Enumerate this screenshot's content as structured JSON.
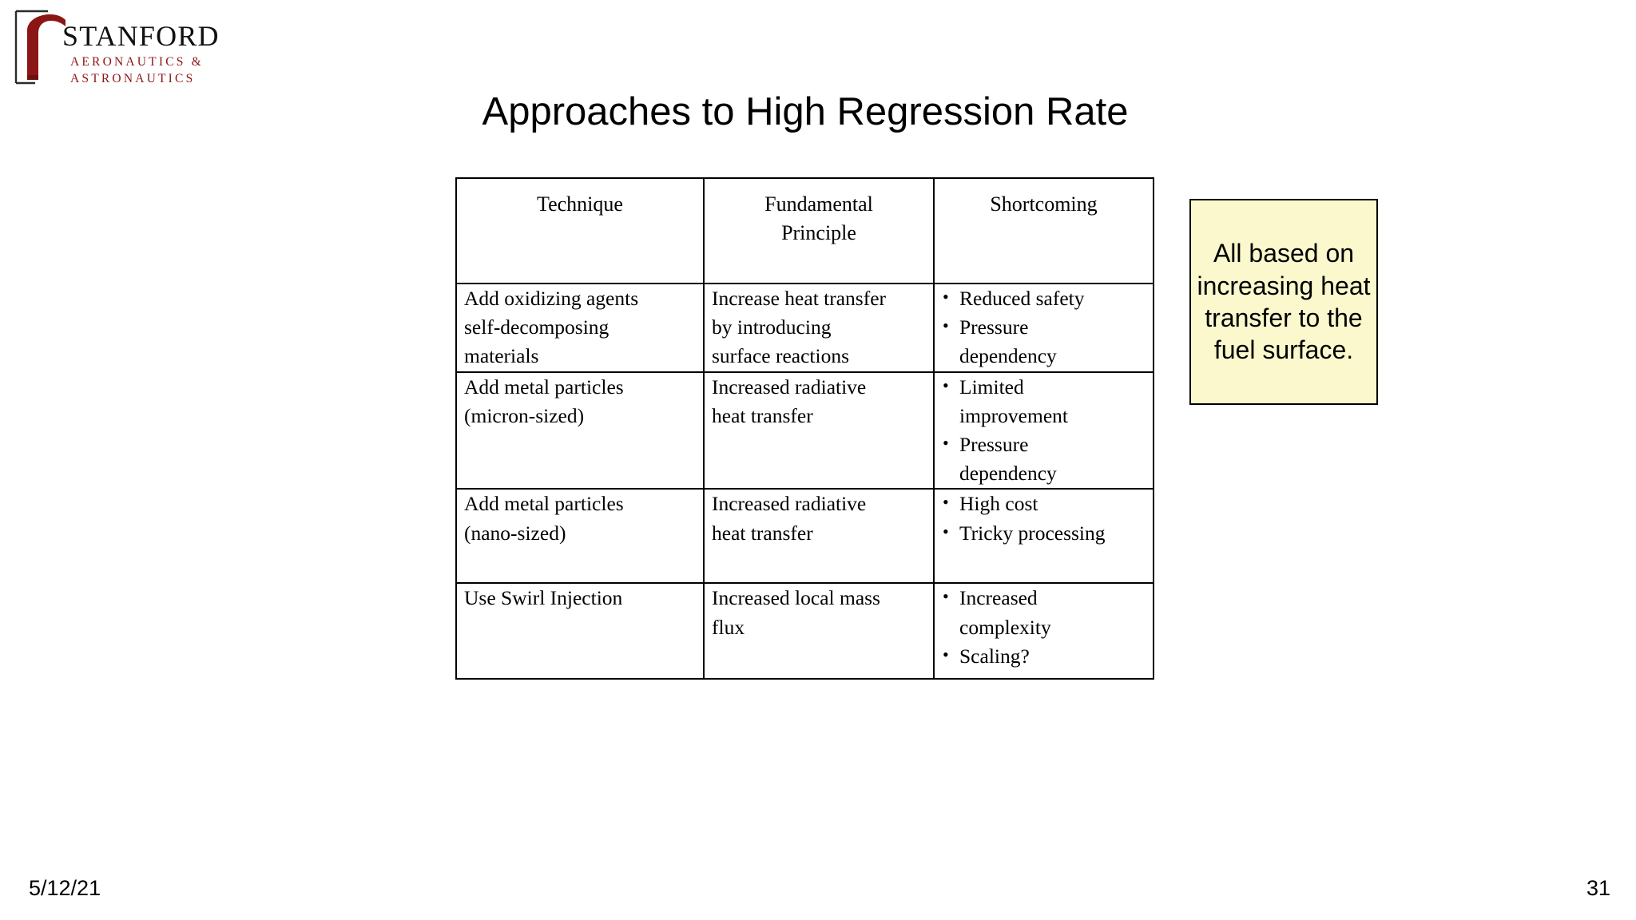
{
  "slide": {
    "title": "Approaches to High Regression Rate",
    "background_color": "#FFFFFF"
  },
  "logo": {
    "wordmark": "STANFORD",
    "line2": "AERONAUTICS &",
    "line3": "ASTRONAUTICS",
    "cardinal_color": "#8C1515",
    "dark_color": "#111111"
  },
  "table": {
    "headers": [
      {
        "line1": "Technique",
        "line2": ""
      },
      {
        "line1": "Fundamental",
        "line2": "Principle"
      },
      {
        "line1": "Shortcoming",
        "line2": ""
      }
    ],
    "rows": [
      {
        "technique": [
          "Add oxidizing agents",
          "self-decomposing",
          "materials"
        ],
        "principle": [
          "Increase heat transfer",
          "by introducing",
          "surface reactions"
        ],
        "shortcoming": [
          {
            "bullet": "•",
            "lines": [
              "Reduced  safety"
            ]
          },
          {
            "bullet": "•",
            "lines": [
              "Pressure",
              "  dependency"
            ]
          }
        ]
      },
      {
        "technique": [
          "Add metal particles",
          "(micron-sized)"
        ],
        "principle": [
          "Increased radiative",
          "heat transfer"
        ],
        "shortcoming": [
          {
            "bullet": "•",
            "lines": [
              "Limited",
              "  improvement"
            ]
          },
          {
            "bullet": "•",
            "lines": [
              "Pressure",
              "  dependency"
            ]
          }
        ]
      },
      {
        "technique": [
          "Add metal particles",
          "(nano-sized)"
        ],
        "principle": [
          "Increased radiative",
          "heat transfer"
        ],
        "shortcoming": [
          {
            "bullet": "•",
            "lines": [
              "High  cost"
            ]
          },
          {
            "bullet": "•",
            "lines": [
              "Tricky  processing"
            ]
          }
        ]
      },
      {
        "technique": [
          "Use Swirl Injection"
        ],
        "principle": [
          "Increased local mass",
          "flux"
        ],
        "shortcoming": [
          {
            "bullet": "•",
            "lines": [
              "Increased",
              "  complexity"
            ]
          },
          {
            "bullet": "•",
            "lines": [
              "Scaling?"
            ]
          }
        ]
      }
    ]
  },
  "callout": {
    "text": "All based on increasing heat transfer to the fuel surface.",
    "fill_color": "#FBF8CD",
    "border_color": "#000000"
  },
  "footer": {
    "date": "5/12/21",
    "page_number": "31"
  }
}
